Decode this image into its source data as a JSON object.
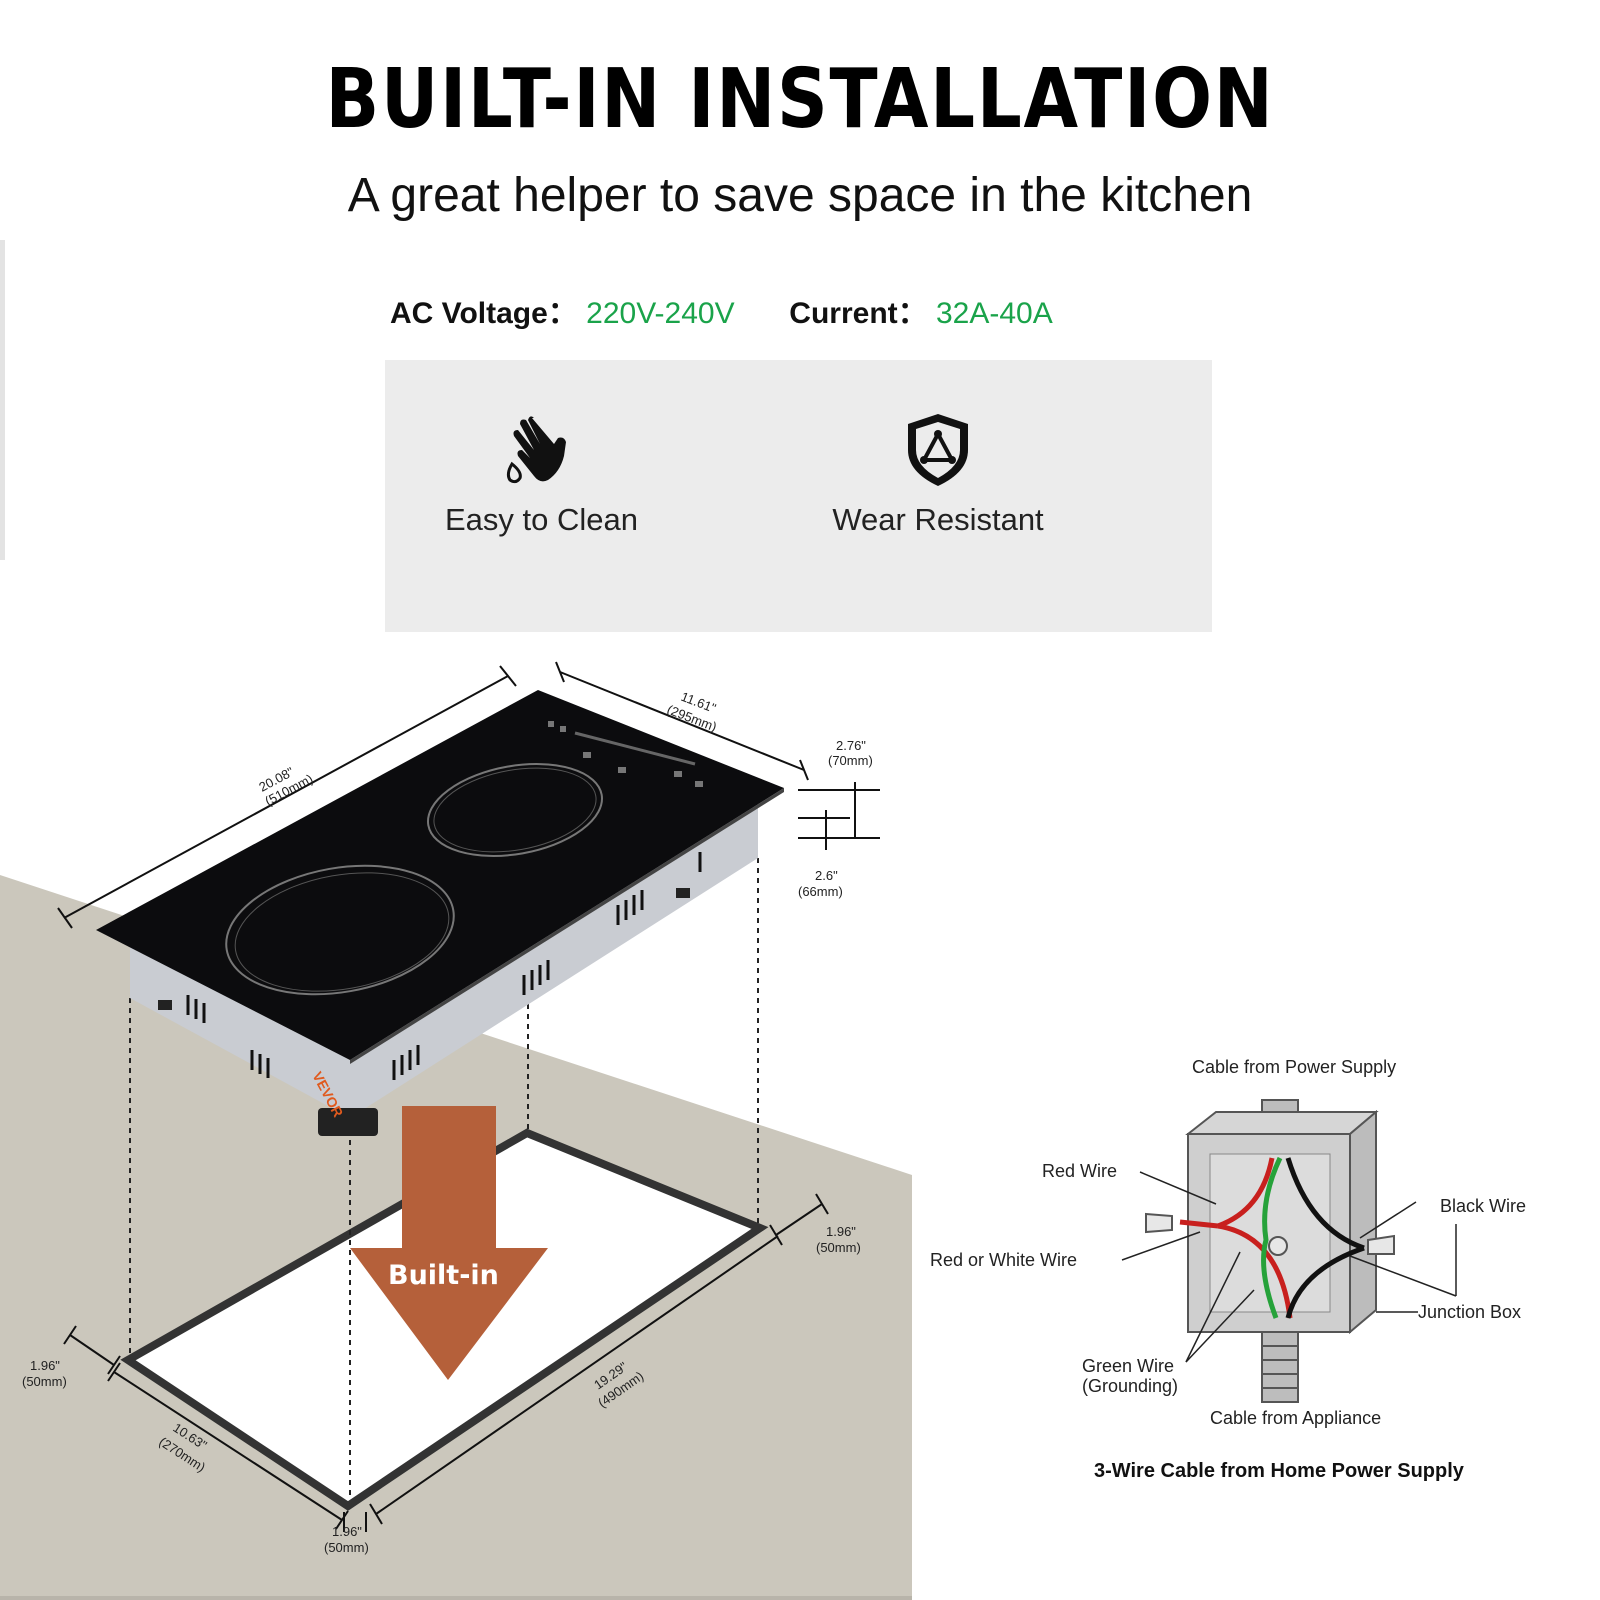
{
  "header": {
    "title": "BUILT-IN INSTALLATION",
    "subtitle": "A great helper to save space in the kitchen"
  },
  "specs": {
    "voltage_label": "AC Voltage",
    "voltage_value": "220V-240V",
    "current_label": "Current",
    "current_value": "32A-40A",
    "value_color": "#1aa34a"
  },
  "features": [
    {
      "icon": "hand-water-drop-icon",
      "label": "Easy to Clean"
    },
    {
      "icon": "shield-triangle-icon",
      "label": "Wear Resistant"
    }
  ],
  "cooktop": {
    "brand": "VEVOR",
    "length": "20.08\"",
    "length_mm": "(510mm)",
    "width": "11.61\"",
    "width_mm": "(295mm)",
    "height_total": "2.76\"",
    "height_total_mm": "(70mm)",
    "height_body": "2.6\"",
    "height_body_mm": "(66mm)"
  },
  "cutout": {
    "arrow_label": "Built-in",
    "arrow_color": "#b5603a",
    "margin_right": "1.96\"",
    "margin_right_mm": "(50mm)",
    "margin_left": "1.96\"",
    "margin_left_mm": "(50mm)",
    "margin_bottom": "1.96\"",
    "margin_bottom_mm": "(50mm)",
    "length": "19.29\"",
    "length_mm": "(490mm)",
    "width": "10.63\"",
    "width_mm": "(270mm)"
  },
  "wiring": {
    "cable_power": "Cable from Power Supply",
    "red_wire": "Red Wire",
    "red_white_wire": "Red or White Wire",
    "black_wire": "Black Wire",
    "junction_box": "Junction Box",
    "green_wire": "Green Wire",
    "grounding": "(Grounding)",
    "cable_appliance": "Cable from Appliance",
    "caption": "3-Wire Cable from Home Power Supply"
  }
}
